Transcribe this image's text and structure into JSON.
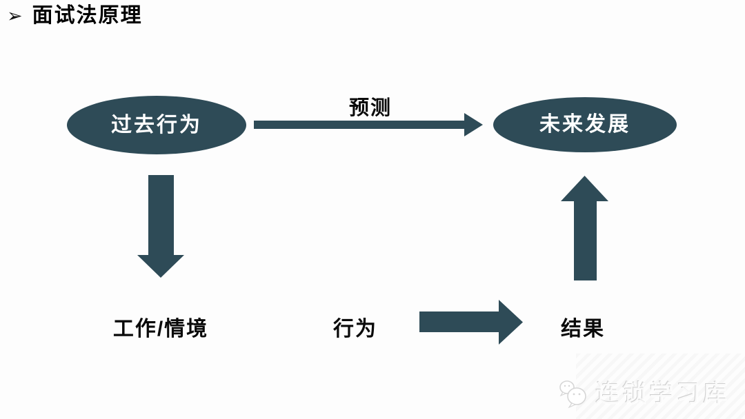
{
  "title": {
    "bullet": "➢",
    "text": "面试法原理"
  },
  "colors": {
    "accent": "#2E4B57",
    "background": "#FDFDFD",
    "title_text": "#000000",
    "node_text": "#FFFFFF",
    "watermark_text": "#FAFAFA"
  },
  "diagram": {
    "nodes": {
      "past": "过去行为",
      "future": "未来发展"
    },
    "labels": {
      "predict": "预测",
      "work_situation": "工作/情境",
      "behavior": "行为",
      "result": "结果"
    }
  },
  "watermark": {
    "icon": "wechat-icon",
    "text": "连锁学习库"
  }
}
